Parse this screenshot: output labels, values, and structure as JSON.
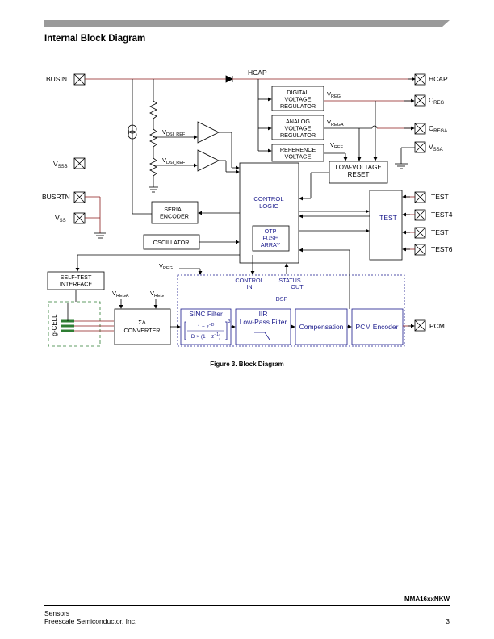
{
  "header": {
    "section_title": "Internal Block Diagram"
  },
  "figure": {
    "caption": "Figure 3. Block Diagram",
    "pins": {
      "busin": "BUSIN",
      "hcap_out": "HCAP",
      "vssb": "V",
      "vssb_sub": "SSB",
      "busrtn": "BUSRTN",
      "vss": "V",
      "vss_sub": "SS",
      "creg": "C",
      "creg_sub": "REG",
      "crega": "C",
      "crega_sub": "REGA",
      "vssa": "V",
      "vssa_sub": "SSA",
      "test_a": "TEST",
      "test_b": "TEST4",
      "test_c": "TEST",
      "test_d": "TEST6",
      "pcm": "PCM"
    },
    "labels": {
      "hcap_node": "HCAP",
      "vdsi_ref_top": "V",
      "vdsi_ref_top_sub": "DSI_REF",
      "vdsi_ref_bot": "V",
      "vdsi_ref_bot_sub": "DSI_REF",
      "vreg": "V",
      "vreg_sub": "REG",
      "vrega": "V",
      "vrega_sub": "REGA",
      "vref": "V",
      "vref_sub": "REF",
      "vreg_dsp": "V",
      "vreg_dsp_sub": "REG",
      "vrega_conv": "V",
      "vrega_conv_sub": "REGA",
      "vreg_conv": "V",
      "vreg_conv_sub": "REG",
      "control_in_1": "CONTROL",
      "control_in_2": "IN",
      "status_out_1": "STATUS",
      "status_out_2": "OUT",
      "dsp": "DSP",
      "g_cell": "g-CELL"
    },
    "blocks": {
      "digital_reg": [
        "DIGITAL",
        "VOLTAGE",
        "REGULATOR"
      ],
      "analog_reg": [
        "ANALOG",
        "VOLTAGE",
        "REGULATOR"
      ],
      "reference": [
        "REFERENCE",
        "VOLTAGE"
      ],
      "low_voltage": [
        "LOW-VOLTAGE",
        "RESET"
      ],
      "control_logic": [
        "CONTROL",
        "LOGIC"
      ],
      "otp": [
        "OTP",
        "FUSE",
        "ARRAY"
      ],
      "serial_encoder": [
        "SERIAL",
        "ENCODER"
      ],
      "oscillator": "OSCILLATOR",
      "test": "TEST",
      "self_test": [
        "SELF-TEST",
        "INTERFACE"
      ],
      "converter_sigma": "ΣΔ",
      "converter": "CONVERTER",
      "sinc_filter": "SINC Filter",
      "sinc_num": "1 − z",
      "sinc_num_exp": "−D",
      "sinc_den": "D × (1 − z",
      "sinc_den_exp": "−1",
      "sinc_den_close": ")",
      "sinc_power": "3",
      "iir_1": "IIR",
      "iir_2": "Low-Pass Filter",
      "compensation": "Compensation",
      "pcm_encoder": "PCM Encoder"
    }
  },
  "footer": {
    "doc_id": "MMA16xxNKW",
    "left_line1": "Sensors",
    "left_line2": "Freescale Semiconductor, Inc.",
    "page_number": "3"
  }
}
